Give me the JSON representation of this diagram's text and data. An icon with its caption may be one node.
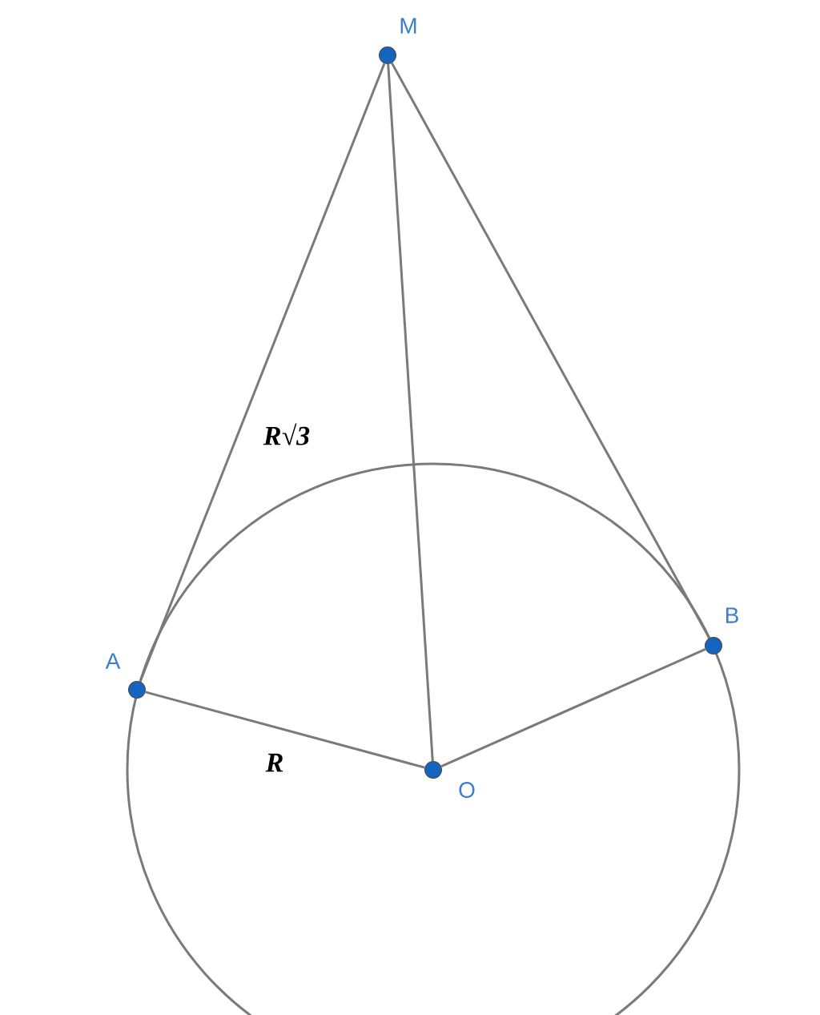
{
  "diagram": {
    "nodes": [
      {
        "text": [],
        "shape": "circle",
        "beside": [
          "M"
        ]
      },
      {
        "text": [],
        "shape": "circle",
        "beside": [
          "A"
        ]
      },
      {
        "text": [],
        "shape": "circle",
        "beside": [
          "B"
        ]
      },
      {
        "text": [],
        "shape": "circle",
        "beside": [
          "O"
        ]
      }
    ],
    "edges": [
      {
        "from": 0,
        "to": 1,
        "arrow": "none",
        "label": "R√3"
      },
      {
        "from": 0,
        "to": 3,
        "arrow": "none"
      },
      {
        "from": 0,
        "to": 2,
        "arrow": "none"
      },
      {
        "from": 1,
        "to": 3,
        "arrow": "none",
        "label": "R"
      },
      {
        "from": 3,
        "to": 2,
        "arrow": "none"
      }
    ]
  }
}
